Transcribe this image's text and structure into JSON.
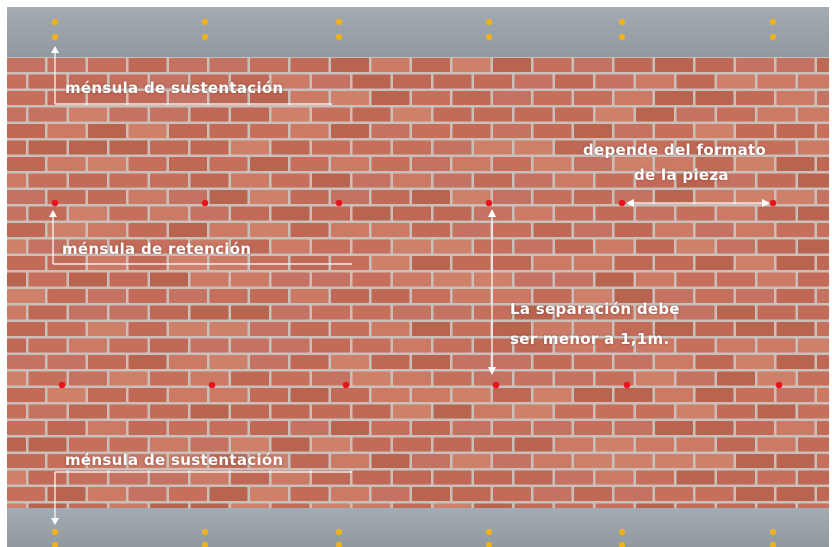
{
  "labels": {
    "top_support": "ménsula de sustentación",
    "retention": "ménsula de retención",
    "bottom_support": "ménsula de sustentación",
    "format_line1": "depende del formato",
    "format_line2": "de la pieza",
    "separation_line1": "La separación debe",
    "separation_line2": "ser menor a 1,1m."
  },
  "colors": {
    "slab": "#9aa4aa",
    "brick": "#c46f5c",
    "mortar": "#cfc3bd",
    "anchor_dot": "#e8141c",
    "support_dot": "#f0b020",
    "annotation": "#ffffff"
  }
}
